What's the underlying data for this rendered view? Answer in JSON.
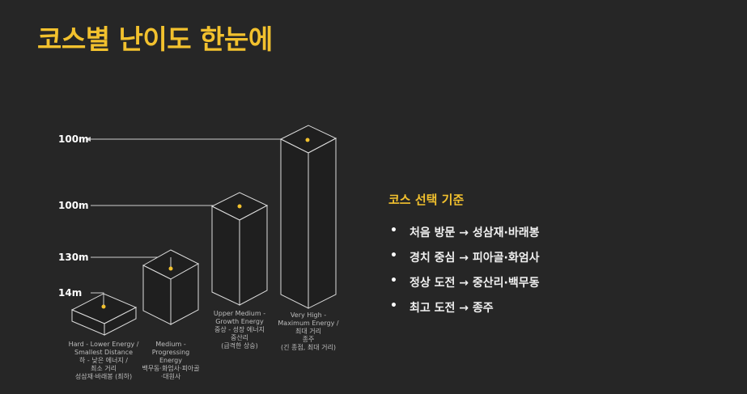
{
  "title": "코스별 난이도 한눈에",
  "levels": [
    "100m",
    "100m",
    "130m",
    "14m"
  ],
  "blocks": [
    {
      "line1": "Hard - Lower Energy /",
      "line2": "Smallest Distance",
      "line3": "하 - 낮은 에너지 /",
      "line4": "최소 거리",
      "courses": "성삼재·바래봉 (최하)"
    },
    {
      "line1": "Medium -",
      "line2": "Progressing",
      "line3": "Energy",
      "courses": "백무동·화엄사·피아골",
      "courses2": "·대원사"
    },
    {
      "line1": "Upper Medium -",
      "line2": "Growth Energy",
      "line3": "중상 - 성장 에너지",
      "courses": "중산리",
      "courses2": "(급격한 상승)"
    },
    {
      "line1": "Very High -",
      "line2": "Maximum Energy /",
      "line3": "최대 거리",
      "courses": "종주",
      "courses2": "(긴 종점, 최대 거리)"
    }
  ],
  "panel": {
    "heading": "코스 선택 기준",
    "bullet": "•",
    "items": [
      "처음 방문 → 성삼재·바래봉",
      "경치 중심 → 피아골·화엄사",
      "정상 도전 → 중산리·백무동",
      "최고 도전 → 종주"
    ]
  },
  "colors": {
    "accent": "#f2c12e",
    "background": "#262626",
    "outline": "#d9d9d9"
  }
}
